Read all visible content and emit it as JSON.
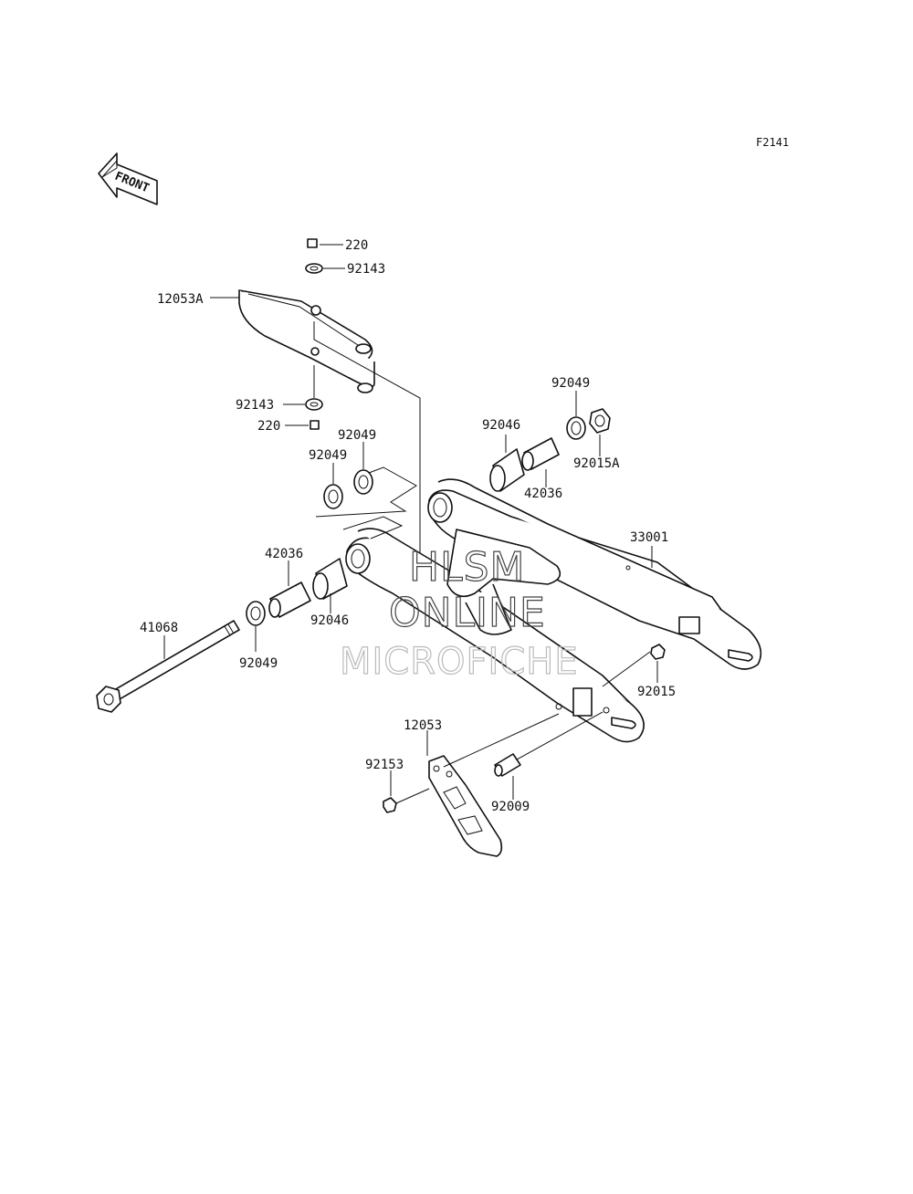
{
  "figure_id": "F2141",
  "direction_label": "FRONT",
  "watermark": {
    "line1": "HLSM",
    "line2": "ONLINE",
    "line3": "MICROFICHE"
  },
  "labels": {
    "p220_top": "220",
    "p92143_top": "92143",
    "p12053A": "12053A",
    "p92143_bottom": "92143",
    "p220_bottom": "220",
    "p92049_upper_right": "92049",
    "p92049_upper_left": "92049",
    "p92046_right": "92046",
    "p92049_far_right": "92049",
    "p42036_right": "42036",
    "p92015A": "92015A",
    "p33001": "33001",
    "p42036_left": "42036",
    "p41068": "41068",
    "p92046_left": "92046",
    "p92049_lower_left": "92049",
    "p92015": "92015",
    "p12053": "12053",
    "p92153": "92153",
    "p92009": "92009"
  }
}
